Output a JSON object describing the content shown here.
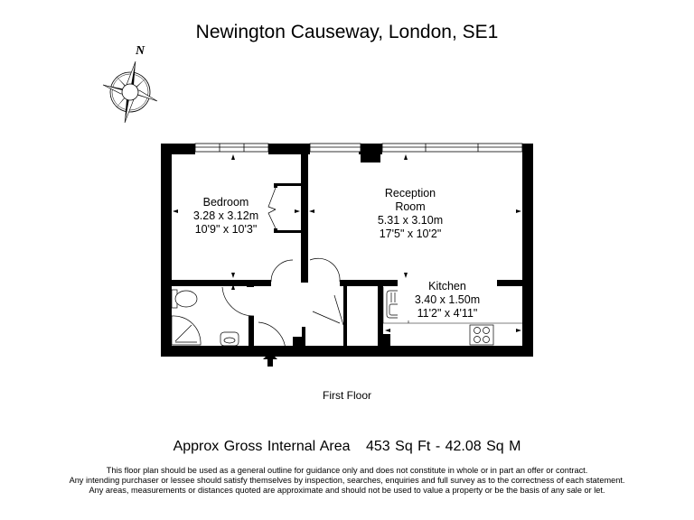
{
  "header": {
    "title": "Newington Causeway, London, SE1"
  },
  "compass": {
    "label": "N",
    "icon": "compass-rose-icon"
  },
  "rooms": [
    {
      "name": "Bedroom",
      "metric": "3.28 x 3.12m",
      "imperial": "10'9\" x 10'3\""
    },
    {
      "name_line1": "Reception",
      "name_line2": "Room",
      "metric": "5.31 x 3.10m",
      "imperial": "17'5\" x 10'2\""
    },
    {
      "name": "Kitchen",
      "metric": "3.40 x 1.50m",
      "imperial": "11'2\" x 4'11\""
    }
  ],
  "fixtures": [
    "toilet-icon",
    "shower-icon",
    "washbasin-icon",
    "sink-icon",
    "hob-icon",
    "entrance-arrow-icon",
    "wardrobe-icon"
  ],
  "floor": {
    "label": "First Floor"
  },
  "area": {
    "label": "Approx Gross Internal Area",
    "sq_ft": "453 Sq Ft",
    "separator": "-",
    "sq_m": "42.08 Sq M"
  },
  "disclaimer": {
    "line1": "This floor plan should be used as a general outline for guidance only and does not constitute in whole or in part an offer or contract.",
    "line2": "Any intending purchaser or lessee should satisfy themselves by inspection, searches, enquiries and full survey as to the correctness of each statement.",
    "line3": "Any areas, measurements or distances quoted are approximate and should not be used to value a property or be the basis of any sale or let."
  }
}
